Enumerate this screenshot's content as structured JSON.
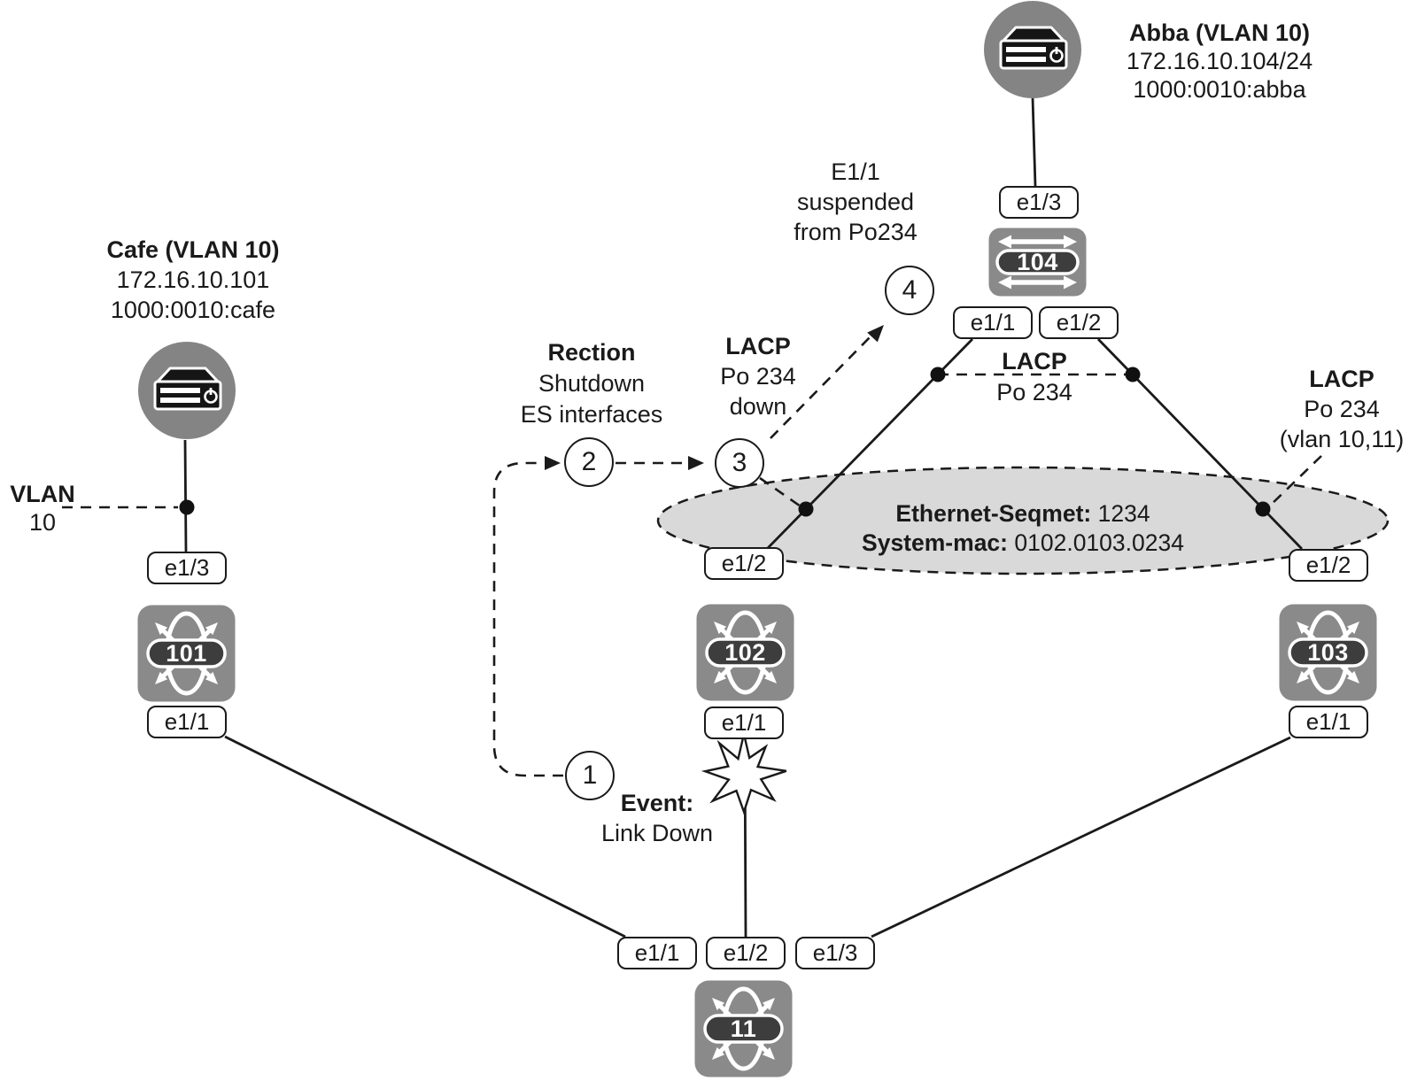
{
  "hosts": {
    "cafe": {
      "title": "Cafe (VLAN 10)",
      "ip": "172.16.10.101",
      "id": "1000:0010:cafe"
    },
    "abba": {
      "title": "Abba (VLAN 10)",
      "ip": "172.16.10.104/24",
      "id": "1000:0010:abba"
    }
  },
  "switches": {
    "s101": "101",
    "s102": "102",
    "s103": "103",
    "s104": "104",
    "s11": "11"
  },
  "ports": {
    "sw101_e1_3": "e1/3",
    "sw101_e1_1": "e1/1",
    "sw102_e1_2": "e1/2",
    "sw102_e1_1": "e1/1",
    "sw103_e1_2": "e1/2",
    "sw103_e1_1": "e1/1",
    "sw104_e1_3": "e1/3",
    "sw104_e1_1": "e1/1",
    "sw104_e1_2": "e1/2",
    "sw11_e1_1": "e1/1",
    "sw11_e1_2": "e1/2",
    "sw11_e1_3": "e1/3"
  },
  "annotations": {
    "vlan": {
      "title": "VLAN",
      "value": "10"
    },
    "reaction": {
      "title": "Rection",
      "line2": "Shutdown",
      "line3": "ES interfaces"
    },
    "lacp_down": {
      "title": "LACP",
      "line2": "Po 234",
      "line3": "down"
    },
    "lacp_po234": {
      "title": "LACP",
      "line2": "Po 234"
    },
    "lacp_vlan": {
      "title": "LACP",
      "line2": "Po 234",
      "line3": "(vlan 10,11)"
    },
    "suspended": {
      "line1": "E1/1",
      "line2": "suspended",
      "line3": "from Po234"
    },
    "event": {
      "title": "Event:",
      "line2": "Link Down"
    },
    "segment": {
      "label1": "Ethernet-Seqmet:",
      "value1": "1234",
      "label2": "System-mac:",
      "value2": "0102.0103.0234"
    }
  },
  "steps": {
    "step1": "1",
    "step2": "2",
    "step3": "3",
    "step4": "4"
  },
  "colors": {
    "switch_gray": "#8a8a8a",
    "pill_dark": "#3d3d3d",
    "host_gray": "#848484",
    "ellipse_fill": "#d9d9d9",
    "line": "#1a1a1a"
  }
}
